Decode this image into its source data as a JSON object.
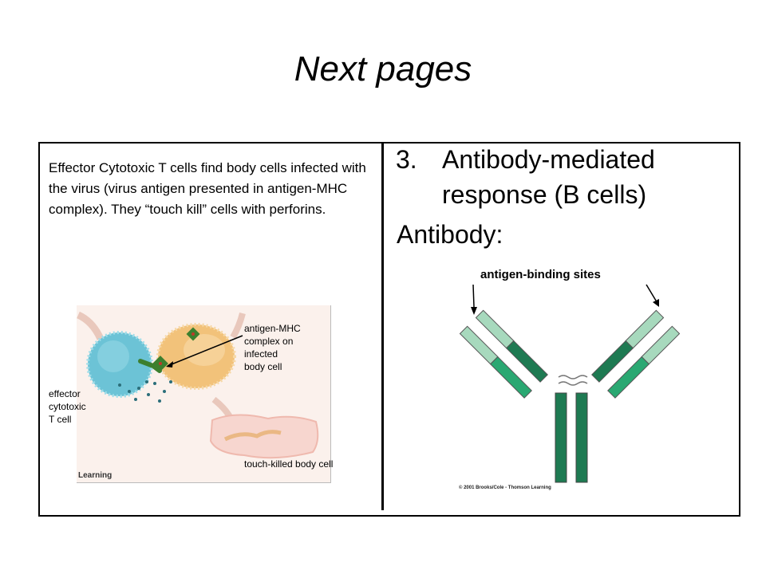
{
  "slide": {
    "title": "Next pages"
  },
  "left_panel": {
    "paragraph": "Effector Cytotoxic T cells find body cells infected with the virus (virus antigen presented in antigen-MHC complex).  They “touch kill” cells with perforins.",
    "figure": {
      "label_complex": [
        "antigen-MHC",
        "complex on",
        "infected",
        "body cell"
      ],
      "label_effector": [
        "effector",
        "cytotoxic",
        "T cell"
      ],
      "label_killed": "touch-killed body cell",
      "watermark": "Learning"
    }
  },
  "right_panel": {
    "list_number": "3.",
    "list_text": "Antibody-mediated response (B cells)",
    "heading": "Antibody:",
    "binding_label": "antigen-binding sites",
    "copyright": "© 2001 Brooks/Cole - Thomson Learning"
  },
  "colors": {
    "heavy_chain_dark": "#1e7a52",
    "heavy_chain_mid": "#2aa872",
    "light_chain_light": "#a7d9bd",
    "t_cell": "#6cc3d6",
    "infected_cell": "#f2c27a"
  }
}
